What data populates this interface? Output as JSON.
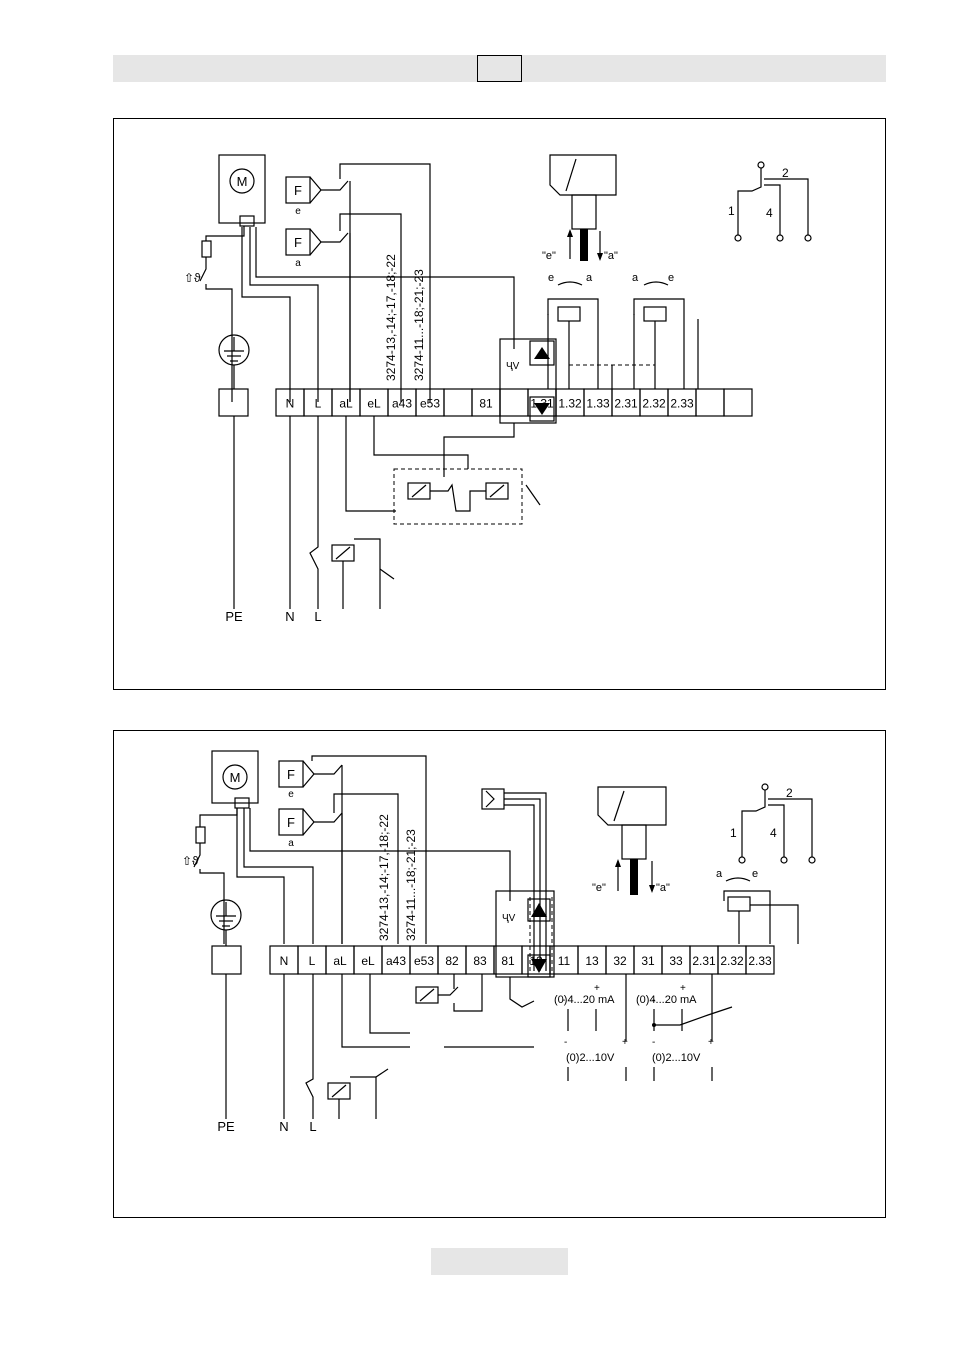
{
  "diagram1": {
    "motor": "M",
    "switch_f": "F",
    "switch_e": "e",
    "switch_a": "a",
    "vlabel_1": "3274-13,-14;-17,-18;-22",
    "vlabel_2": "3274-11...-18;-21;-23",
    "terminals": [
      "N",
      "L",
      "aL",
      "eL",
      "a43",
      "e53",
      "",
      "81",
      "",
      "1.31",
      "1.32",
      "1.33",
      "2.31",
      "2.32",
      "2.33",
      "",
      ""
    ],
    "arrow_e_quote": "\"e\"",
    "arrow_a_quote": "\"a\"",
    "pot_e": "e",
    "pot_a": "a",
    "sw_1": "1",
    "sw_2": "2",
    "sw_4": "4",
    "bottom": [
      "PE",
      "N",
      "L"
    ]
  },
  "diagram2": {
    "motor": "M",
    "switch_f": "F",
    "switch_e": "e",
    "switch_a": "a",
    "vlabel_1": "3274-13,-14;-17,-18;-22",
    "vlabel_2": "3274-11...-18;-21;-23",
    "terminals": [
      "N",
      "L",
      "aL",
      "eL",
      "a43",
      "e53",
      "82",
      "83",
      "81",
      "12",
      "11",
      "13",
      "32",
      "31",
      "33",
      "2.31",
      "2.32",
      "2.33"
    ],
    "arrow_e_quote": "\"e\"",
    "arrow_a_quote": "\"a\"",
    "pot_a": "a",
    "pot_e": "e",
    "sw_1": "1",
    "sw_2": "2",
    "sw_4": "4",
    "ma_1": "(0)4...20 mA",
    "ma_2": "(0)4...20 mA",
    "v_1": "(0)2...10V",
    "v_2": "(0)2...10V",
    "minus": "-",
    "plus": "+",
    "bottom": [
      "PE",
      "N",
      "L"
    ]
  }
}
